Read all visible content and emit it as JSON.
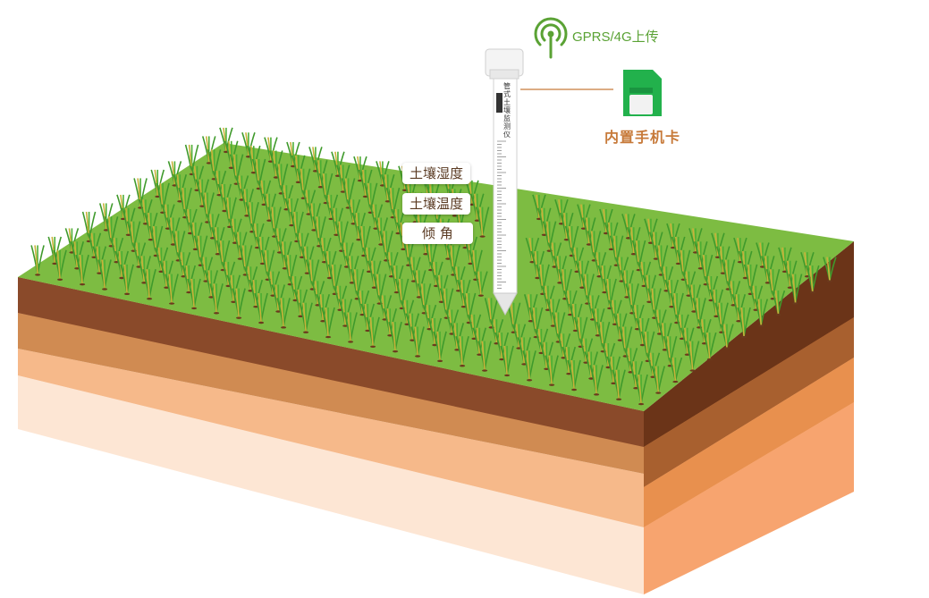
{
  "labels": {
    "soil_moisture": "土壤湿度",
    "soil_temperature": "土壤温度",
    "tilt": "倾 角"
  },
  "gprs": {
    "text": "GPRS/4G上传"
  },
  "sim": {
    "text": "内置手机卡"
  },
  "device": {
    "name": "管式土壤监测仪"
  },
  "colors": {
    "grass": "#7dbc42",
    "accent_green": "#5aa234",
    "sim_green": "#22b14c",
    "label_brown": "#c77a3a",
    "soil_dark": "#7b3f20",
    "soil_mid": "#c07a4a",
    "soil_light": "#f5b27a"
  },
  "icons": {
    "signal": "signal-antenna-icon",
    "sim": "sim-card-icon"
  }
}
